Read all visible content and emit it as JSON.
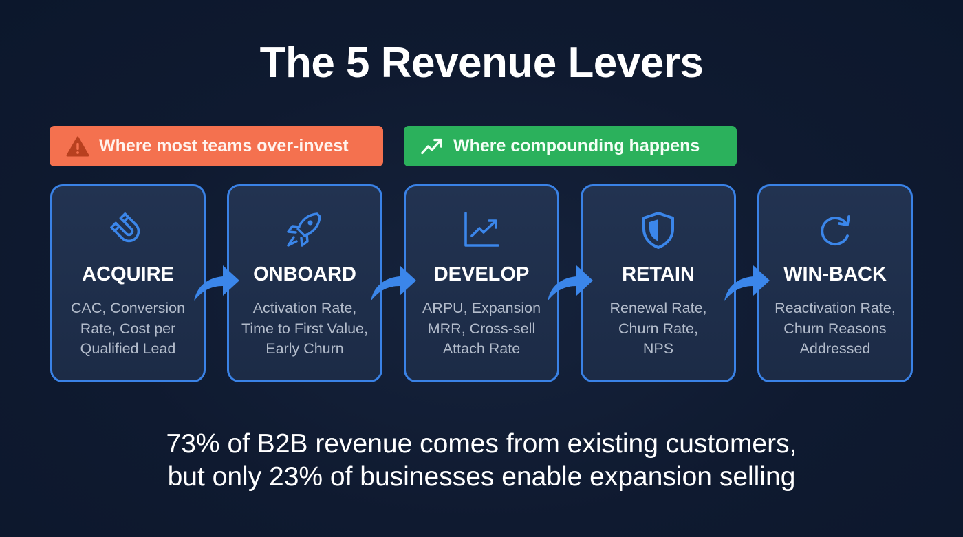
{
  "title": "The 5 Revenue Levers",
  "banners": [
    {
      "label": "Where most teams over-invest",
      "icon": "warning-triangle-icon",
      "color": "#f4714f"
    },
    {
      "label": "Where compounding happens",
      "icon": "trending-up-icon",
      "color": "#2bb15c"
    }
  ],
  "levers": [
    {
      "name": "ACQUIRE",
      "icon": "magnet-icon",
      "metrics_lines": [
        "CAC, Conversion",
        "Rate, Cost per",
        "Qualified Lead"
      ]
    },
    {
      "name": "ONBOARD",
      "icon": "rocket-icon",
      "metrics_lines": [
        "Activation Rate,",
        "Time to First Value,",
        "Early Churn"
      ]
    },
    {
      "name": "DEVELOP",
      "icon": "line-chart-icon",
      "metrics_lines": [
        "ARPU, Expansion",
        "MRR, Cross-sell",
        "Attach Rate"
      ]
    },
    {
      "name": "RETAIN",
      "icon": "shield-icon",
      "metrics_lines": [
        "Renewal Rate,",
        "Churn Rate,",
        "NPS"
      ]
    },
    {
      "name": "WIN-BACK",
      "icon": "refresh-icon",
      "metrics_lines": [
        "Reactivation Rate,",
        "Churn Reasons",
        "Addressed"
      ]
    }
  ],
  "footer": {
    "line1": "73% of B2B revenue comes from existing customers,",
    "line2": "but only 23% of businesses enable expansion selling"
  },
  "colors": {
    "background": "#0f1a30",
    "card_border": "#3a82e6",
    "card_fill": "#1f2f4c",
    "accent_blue": "#3b86ea",
    "metric_text": "#b3bccb"
  }
}
